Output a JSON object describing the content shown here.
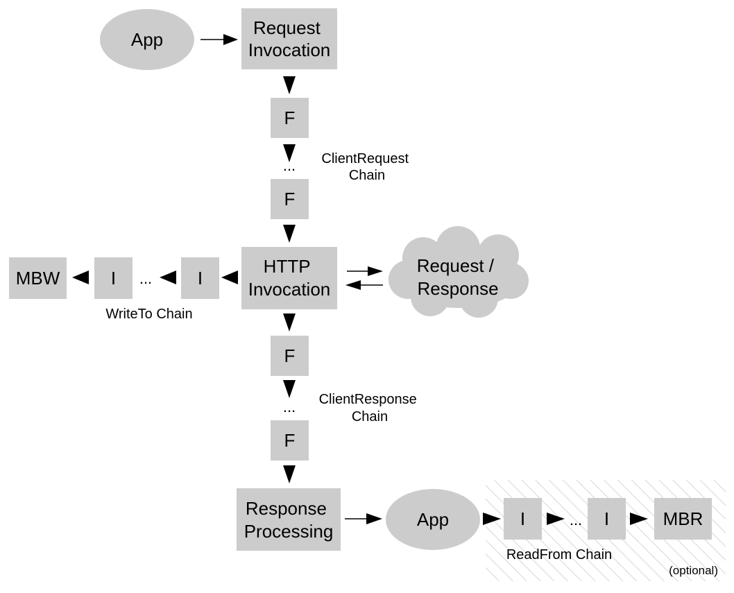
{
  "colors": {
    "node_fill": "#cccccc",
    "text": "#000000",
    "arrow": "#000000",
    "hatch": "#bbbbbb"
  },
  "nodes": {
    "app_top": "App",
    "request_invocation": [
      "Request",
      "Invocation"
    ],
    "f1": "F",
    "dots1": "...",
    "f2": "F",
    "http_invocation": [
      "HTTP",
      "Invocation"
    ],
    "cloud": [
      "Request /",
      "Response"
    ],
    "writeto_i1": "I",
    "writeto_dots": "...",
    "writeto_i2": "I",
    "mbw": "MBW",
    "f3": "F",
    "dots2": "...",
    "f4": "F",
    "response_processing": [
      "Response",
      "Processing"
    ],
    "app_bottom": "App",
    "readfrom_i1": "I",
    "readfrom_dots": "...",
    "readfrom_i2": "I",
    "mbr": "MBR"
  },
  "labels": {
    "client_request_chain": [
      "ClientRequest",
      "Chain"
    ],
    "client_response_chain": [
      "ClientResponse",
      "Chain"
    ],
    "writeto_chain": "WriteTo Chain",
    "readfrom_chain": "ReadFrom Chain",
    "optional": "(optional)"
  }
}
